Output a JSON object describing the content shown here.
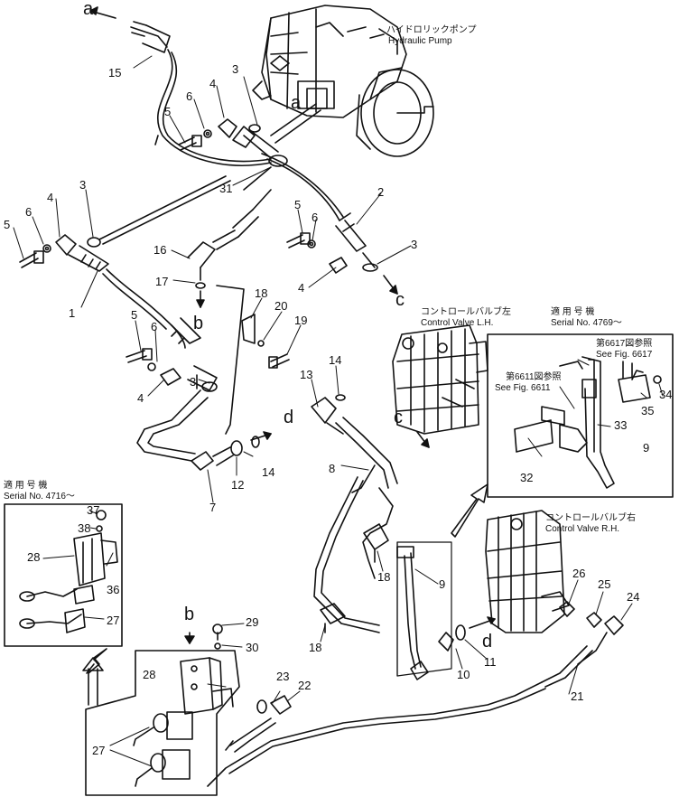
{
  "labels": {
    "pump_jp": "ハイドロリックポンプ",
    "pump_en": "Hydraulic Pump",
    "cv_lh_jp": "コントロールバルブ左",
    "cv_lh_en": "Control Valve L.H.",
    "cv_rh_jp": "コントロールバルブ右",
    "cv_rh_en": "Control Valve R.H.",
    "serial_jp_a": "適 用 号 機",
    "serial_a": "Serial No. 4769～",
    "serial_jp_b": "適 用 号 機",
    "serial_b": "Serial No. 4716～",
    "fig6617_jp": "第6617図参照",
    "fig6617_en": "See Fig. 6617",
    "fig6611_jp": "第6611図参照",
    "fig6611_en": "See Fig. 6611"
  },
  "letters": {
    "a_top": "a",
    "a_mid": "a",
    "b_mid": "b",
    "b_low": "b",
    "c_right": "c",
    "c_mid": "c",
    "d_mid": "d",
    "d_low": "d"
  },
  "parts": {
    "p1": "1",
    "p2": "2",
    "p3a": "3",
    "p3b": "3",
    "p3c": "3",
    "p3d": "3",
    "p4a": "4",
    "p4b": "4",
    "p4c": "4",
    "p4d": "4",
    "p5a": "5",
    "p5b": "5",
    "p5c": "5",
    "p5d": "5",
    "p6a": "6",
    "p6b": "6",
    "p6c": "6",
    "p6d": "6",
    "p7": "7",
    "p8": "8",
    "p9a": "9",
    "p9b": "9",
    "p10": "10",
    "p11": "11",
    "p12": "12",
    "p13": "13",
    "p14a": "14",
    "p14b": "14",
    "p15": "15",
    "p16": "16",
    "p17": "17",
    "p18a": "18",
    "p18b": "18",
    "p18c": "18",
    "p19": "19",
    "p20": "20",
    "p21": "21",
    "p22": "22",
    "p23": "23",
    "p24": "24",
    "p25": "25",
    "p26": "26",
    "p27a": "27",
    "p27b": "27",
    "p28a": "28",
    "p28b": "28",
    "p29": "29",
    "p30": "30",
    "p31": "31",
    "p32": "32",
    "p33": "33",
    "p34": "34",
    "p35": "35",
    "p36": "36",
    "p37": "37",
    "p38": "38"
  }
}
